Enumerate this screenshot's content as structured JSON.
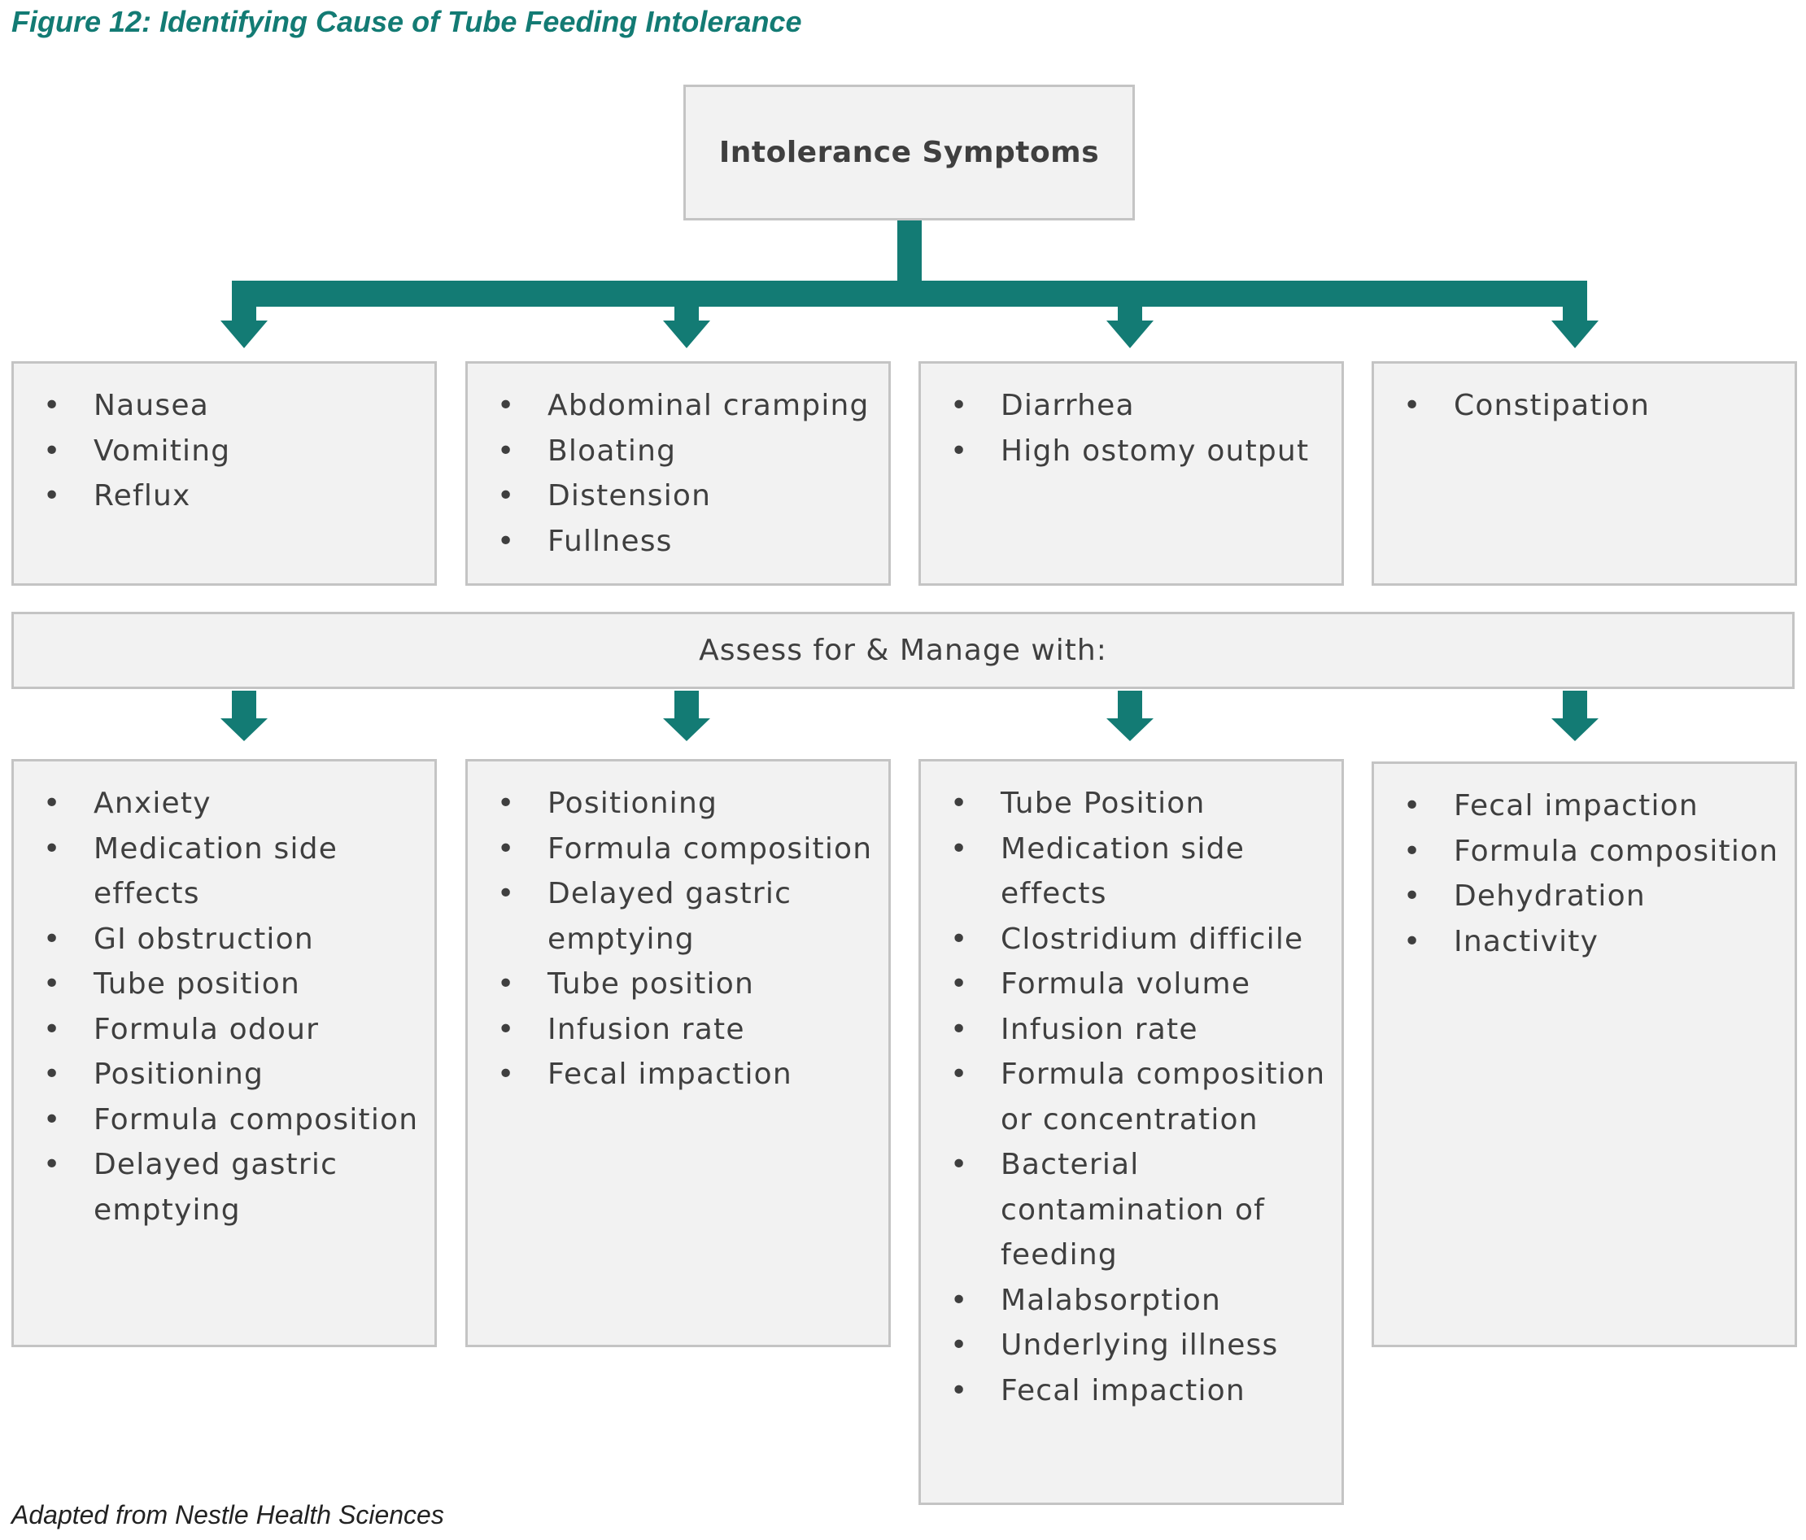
{
  "figure_title": "Figure 12: Identifying Cause of Tube Feeding Intolerance",
  "root_label": "Intolerance Symptoms",
  "assess_label": "Assess for & Manage with:",
  "source_note": "Adapted from Nestle Health Sciences",
  "colors": {
    "accent": "#137b74",
    "box_fill": "#f2f2f2",
    "box_border": "#c4c4c4",
    "text": "#3f3f3f"
  },
  "bullet_glyph": "•",
  "symptom_groups": [
    {
      "items": [
        "Nausea",
        "Vomiting",
        "Reflux"
      ]
    },
    {
      "items": [
        "Abdominal cramping",
        "Bloating",
        "Distension",
        "Fullness"
      ]
    },
    {
      "items": [
        "Diarrhea",
        "High ostomy output"
      ]
    },
    {
      "items": [
        "Constipation"
      ]
    }
  ],
  "cause_groups": [
    {
      "items": [
        "Anxiety",
        "Medication side effects",
        "GI obstruction",
        "Tube position",
        "Formula odour",
        "Positioning",
        "Formula composition",
        "Delayed gastric emptying"
      ]
    },
    {
      "items": [
        "Positioning",
        "Formula composition",
        "Delayed gastric emptying",
        "Tube position",
        "Infusion rate",
        "Fecal impaction"
      ]
    },
    {
      "items": [
        "Tube Position",
        "Medication side effects",
        "Clostridium difficile",
        "Formula volume",
        "Infusion rate",
        "Formula composition or concentration",
        "Bacterial contamination of feeding",
        "Malabsorption",
        "Underlying illness",
        "Fecal impaction"
      ]
    },
    {
      "items": [
        "Fecal impaction",
        "Formula composition",
        "Dehydration",
        "Inactivity"
      ]
    }
  ]
}
